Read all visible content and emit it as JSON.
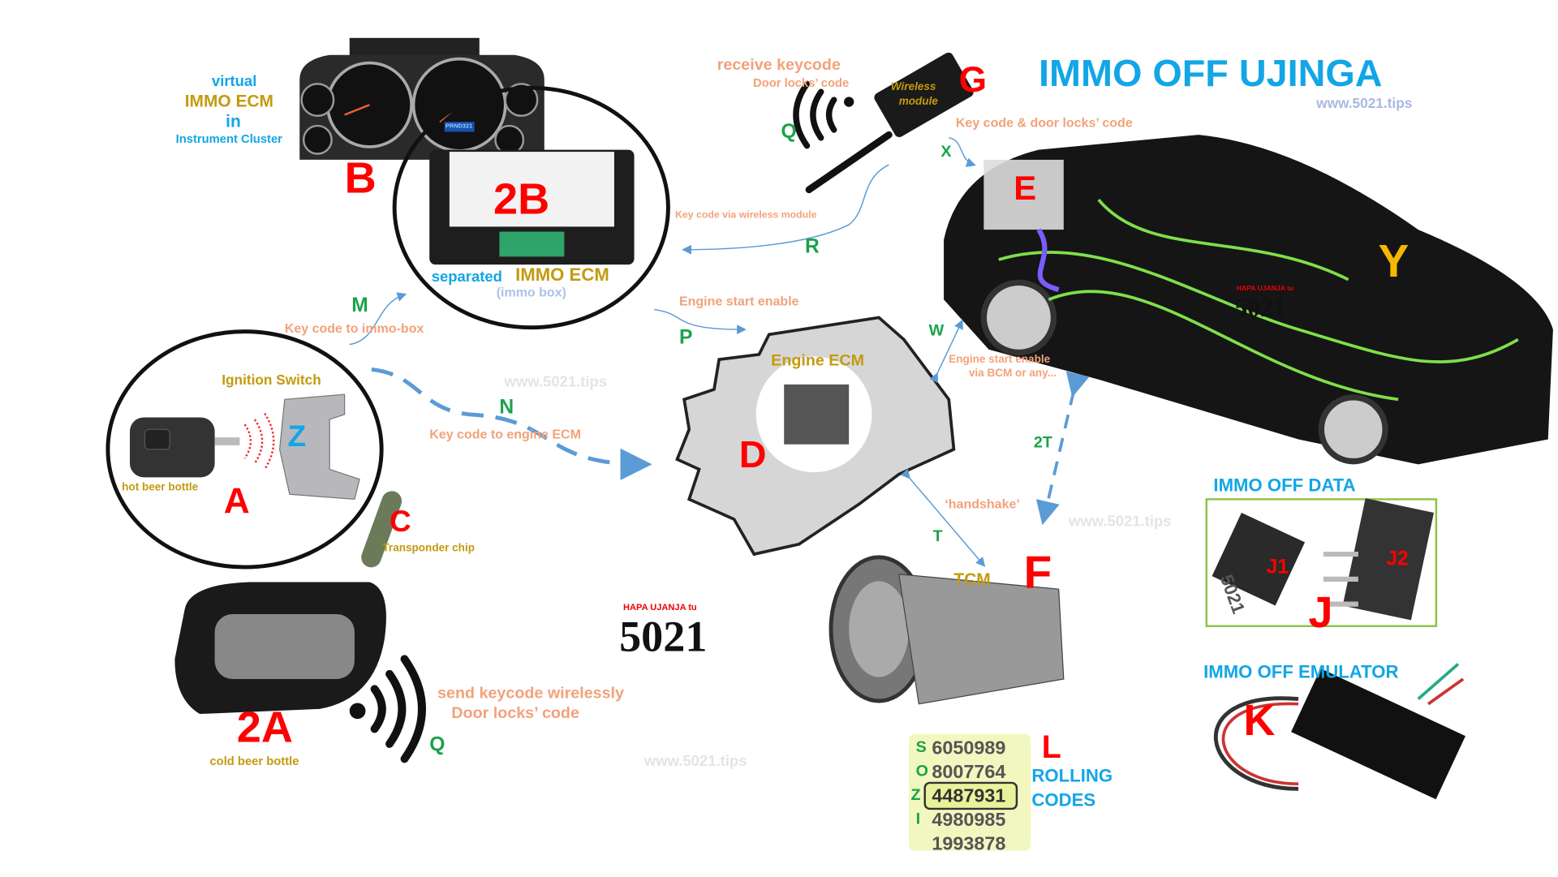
{
  "title": "IMMO OFF UJINGA",
  "site": "www.5021.tips",
  "cluster": {
    "label_virtual": "virtual",
    "label_immo": "IMMO ECM",
    "label_in": "in",
    "label_cluster": "Instrument Cluster",
    "letter": "B",
    "display": "PRND321"
  },
  "immo_box": {
    "letter": "2B",
    "label_separated": "separated",
    "label_immo": "IMMO ECM",
    "label_sub": "(immo box)"
  },
  "arrows": {
    "m": {
      "letter": "M",
      "label": "Key code to immo-box"
    },
    "n": {
      "letter": "N",
      "label": "Key code to engine ECM"
    },
    "p": {
      "letter": "P",
      "label": "Engine start enable"
    },
    "r": {
      "letter": "R",
      "label": "Key code via wireless module"
    },
    "x": {
      "letter": "X",
      "label": "Key code & door locks’ code"
    },
    "w": {
      "letter": "W",
      "label1": "Engine start enable",
      "label2": "via BCM or any..."
    },
    "t2": {
      "letter": "2T"
    },
    "t": {
      "letter": "T",
      "label": "‘handshake’"
    }
  },
  "ignition": {
    "label": "Ignition Switch",
    "letter_z": "Z",
    "key_label": "hot beer bottle",
    "letter": "A"
  },
  "transponder": {
    "letter": "C",
    "label": "Transponder chip"
  },
  "engine": {
    "label": "Engine ECM",
    "letter": "D"
  },
  "wireless": {
    "label1": "receive keycode",
    "label2": "Door locks’ code",
    "letter_q": "Q",
    "letter": "G",
    "module_text1": "Wireless",
    "module_text2": "module"
  },
  "car": {
    "letter_e": "E",
    "letter_y": "Y"
  },
  "tcm": {
    "label": "TCM",
    "letter": "F"
  },
  "rolling": {
    "letter": "L",
    "label1": "ROLLING",
    "label2": "CODES",
    "rows": [
      {
        "prefix": "S",
        "code": "6050989"
      },
      {
        "prefix": "O",
        "code": "8007764"
      },
      {
        "prefix": "Z",
        "code": "4487931"
      },
      {
        "prefix": "I",
        "code": "4980985"
      },
      {
        "prefix": "",
        "code": "1993878"
      }
    ]
  },
  "immo_data": {
    "label": "IMMO OFF DATA",
    "j1": "J1",
    "j2": "J2",
    "letter": "J",
    "chip_text": "5021"
  },
  "emulator": {
    "label": "IMMO OFF EMULATOR",
    "letter": "K"
  },
  "fob": {
    "letter": "2A",
    "label": "cold beer bottle",
    "send1": "send keycode wirelessly",
    "send2": "Door locks’ code",
    "letter_q": "Q"
  },
  "logo": {
    "tagline": "HAPA UJANJA tu",
    "number": "5021"
  },
  "colors": {
    "red": "#ff0000",
    "blue": "#12a6e6",
    "gold": "#c49a0f",
    "salmon": "#f2a27a",
    "green": "#1aa34a",
    "arrow": "#5b9bd5"
  }
}
